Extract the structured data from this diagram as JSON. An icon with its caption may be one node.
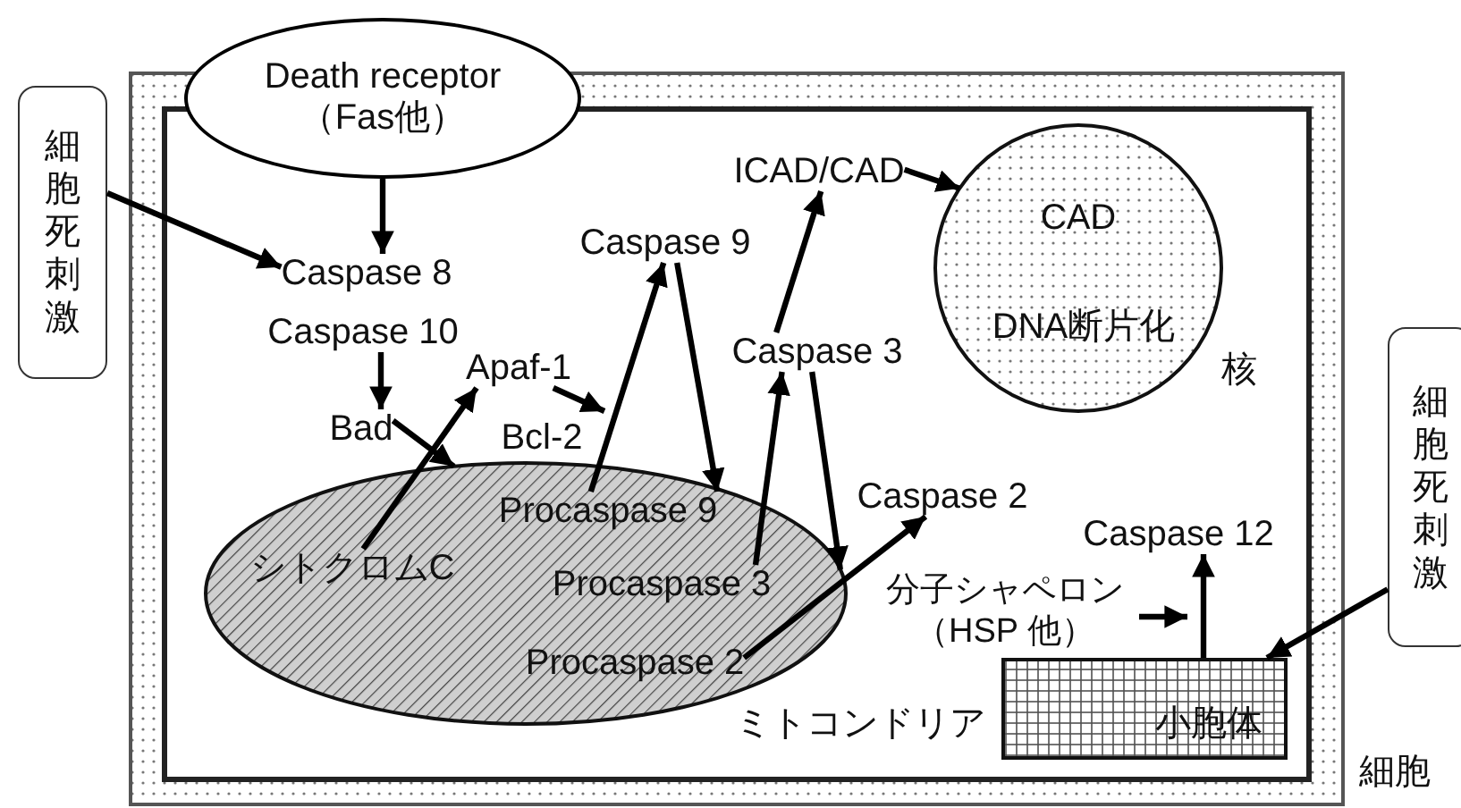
{
  "diagram": {
    "nodes": [
      {
        "text": [
          "細胞"
        ]
      },
      {
        "text": [
          "Death receptor （Fas他）"
        ]
      },
      {
        "text": [
          "細胞死刺激"
        ]
      },
      {
        "text": [
          "細胞死刺激"
        ]
      },
      {
        "text": [
          "Caspase 8"
        ],
        "in": 0
      },
      {
        "text": [
          "Caspase 10"
        ],
        "in": 0
      },
      {
        "text": [
          "Bad"
        ],
        "in": 0
      },
      {
        "text": [
          "Apaf-1"
        ],
        "in": 0
      },
      {
        "text": [
          "Bcl-2"
        ],
        "in": 0
      },
      {
        "text": [
          "Caspase 9"
        ],
        "in": 0
      },
      {
        "text": [
          "ICAD/CAD"
        ],
        "in": 0
      },
      {
        "text": [
          "Caspase 3"
        ],
        "in": 0
      },
      {
        "text": [
          "Caspase 2"
        ],
        "in": 0
      },
      {
        "text": [
          "Caspase 12"
        ],
        "in": 0
      },
      {
        "text": [
          "CAD",
          "DNA断片化"
        ],
        "beside": [
          "核"
        ],
        "in": 0
      },
      {
        "text": [
          "ミトコンドリア"
        ],
        "in": 0
      },
      {
        "text": [
          "シトクロムC"
        ],
        "in": 15
      },
      {
        "text": [
          "Procaspase 9"
        ],
        "in": 15
      },
      {
        "text": [
          "Procaspase 3"
        ],
        "in": 15
      },
      {
        "text": [
          "Procaspase 2"
        ],
        "in": 15
      },
      {
        "text": [
          "分子シャペロン（HSP 他）"
        ],
        "in": 0
      },
      {
        "text": [
          "小胞体"
        ],
        "in": 0
      }
    ],
    "edges": [
      {
        "from": 2,
        "to": 4,
        "arrow": "to"
      },
      {
        "from": 1,
        "to": 4,
        "arrow": "to"
      },
      {
        "from": 5,
        "to": 6,
        "arrow": "to"
      },
      {
        "from": 16,
        "to": 7,
        "arrow": "to"
      },
      {
        "from": 6,
        "to": 15,
        "arrow": "to"
      },
      {
        "from": 7,
        "to": 8,
        "arrow": "to"
      },
      {
        "from": 17,
        "to": 9,
        "arrow": "to"
      },
      {
        "from": 9,
        "to": 17,
        "arrow": "to"
      },
      {
        "from": 18,
        "to": 11,
        "arrow": "to"
      },
      {
        "from": 11,
        "to": 10,
        "arrow": "to"
      },
      {
        "from": 10,
        "to": 14,
        "arrow": "to"
      },
      {
        "from": 11,
        "to": 15,
        "arrow": "to"
      },
      {
        "from": 19,
        "to": 12,
        "arrow": "to"
      },
      {
        "from": 20,
        "to": 13,
        "arrow": "to"
      },
      {
        "from": 21,
        "to": 13,
        "arrow": "to"
      },
      {
        "from": 3,
        "to": 21,
        "arrow": "to"
      }
    ]
  }
}
